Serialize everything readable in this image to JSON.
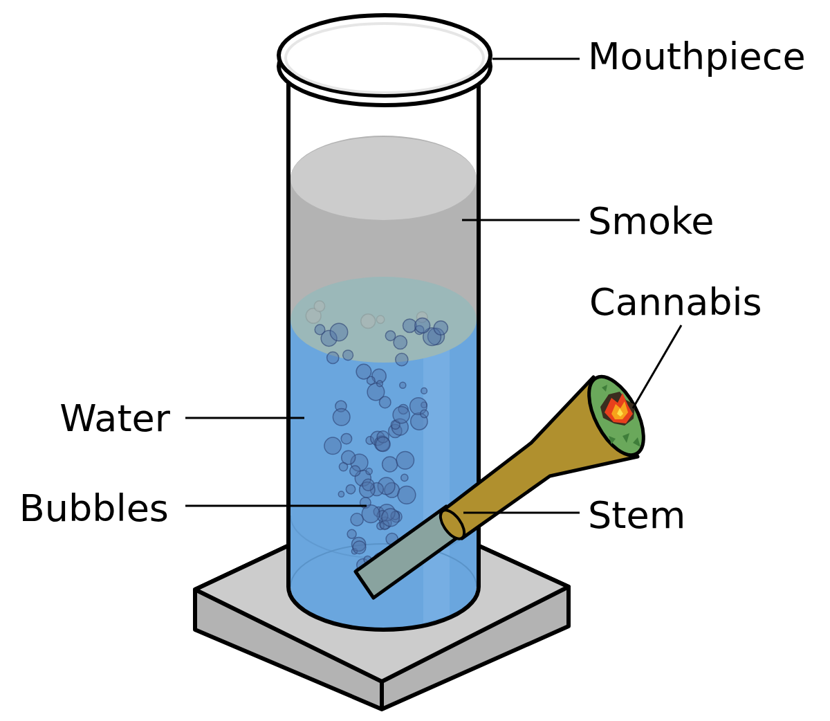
{
  "diagram": {
    "labels": [
      "Mouthpiece",
      "Smoke",
      "Cannabis",
      "Water",
      "Bubbles",
      "Stem"
    ]
  }
}
